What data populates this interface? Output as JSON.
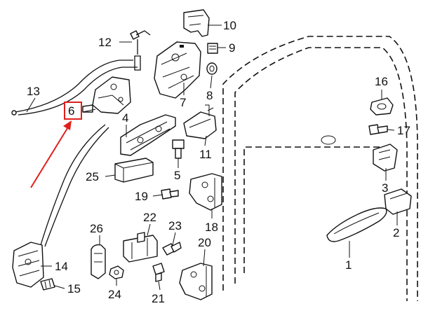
{
  "callouts": {
    "c1": "1",
    "c2": "2",
    "c3": "3",
    "c4": "4",
    "c5": "5",
    "c6": "6",
    "c7": "7",
    "c8": "8",
    "c9": "9",
    "c10": "10",
    "c11": "11",
    "c12": "12",
    "c13": "13",
    "c14": "14",
    "c15": "15",
    "c16": "16",
    "c17": "17",
    "c18": "18",
    "c19": "19",
    "c20": "20",
    "c21": "21",
    "c22": "22",
    "c23": "23",
    "c24": "24",
    "c25": "25",
    "c26": "26"
  },
  "highlight": {
    "callout": "6",
    "box_color": "#e0201b",
    "arrow_color": "#e0201b"
  },
  "colors": {
    "line": "#111111",
    "background": "#ffffff"
  }
}
